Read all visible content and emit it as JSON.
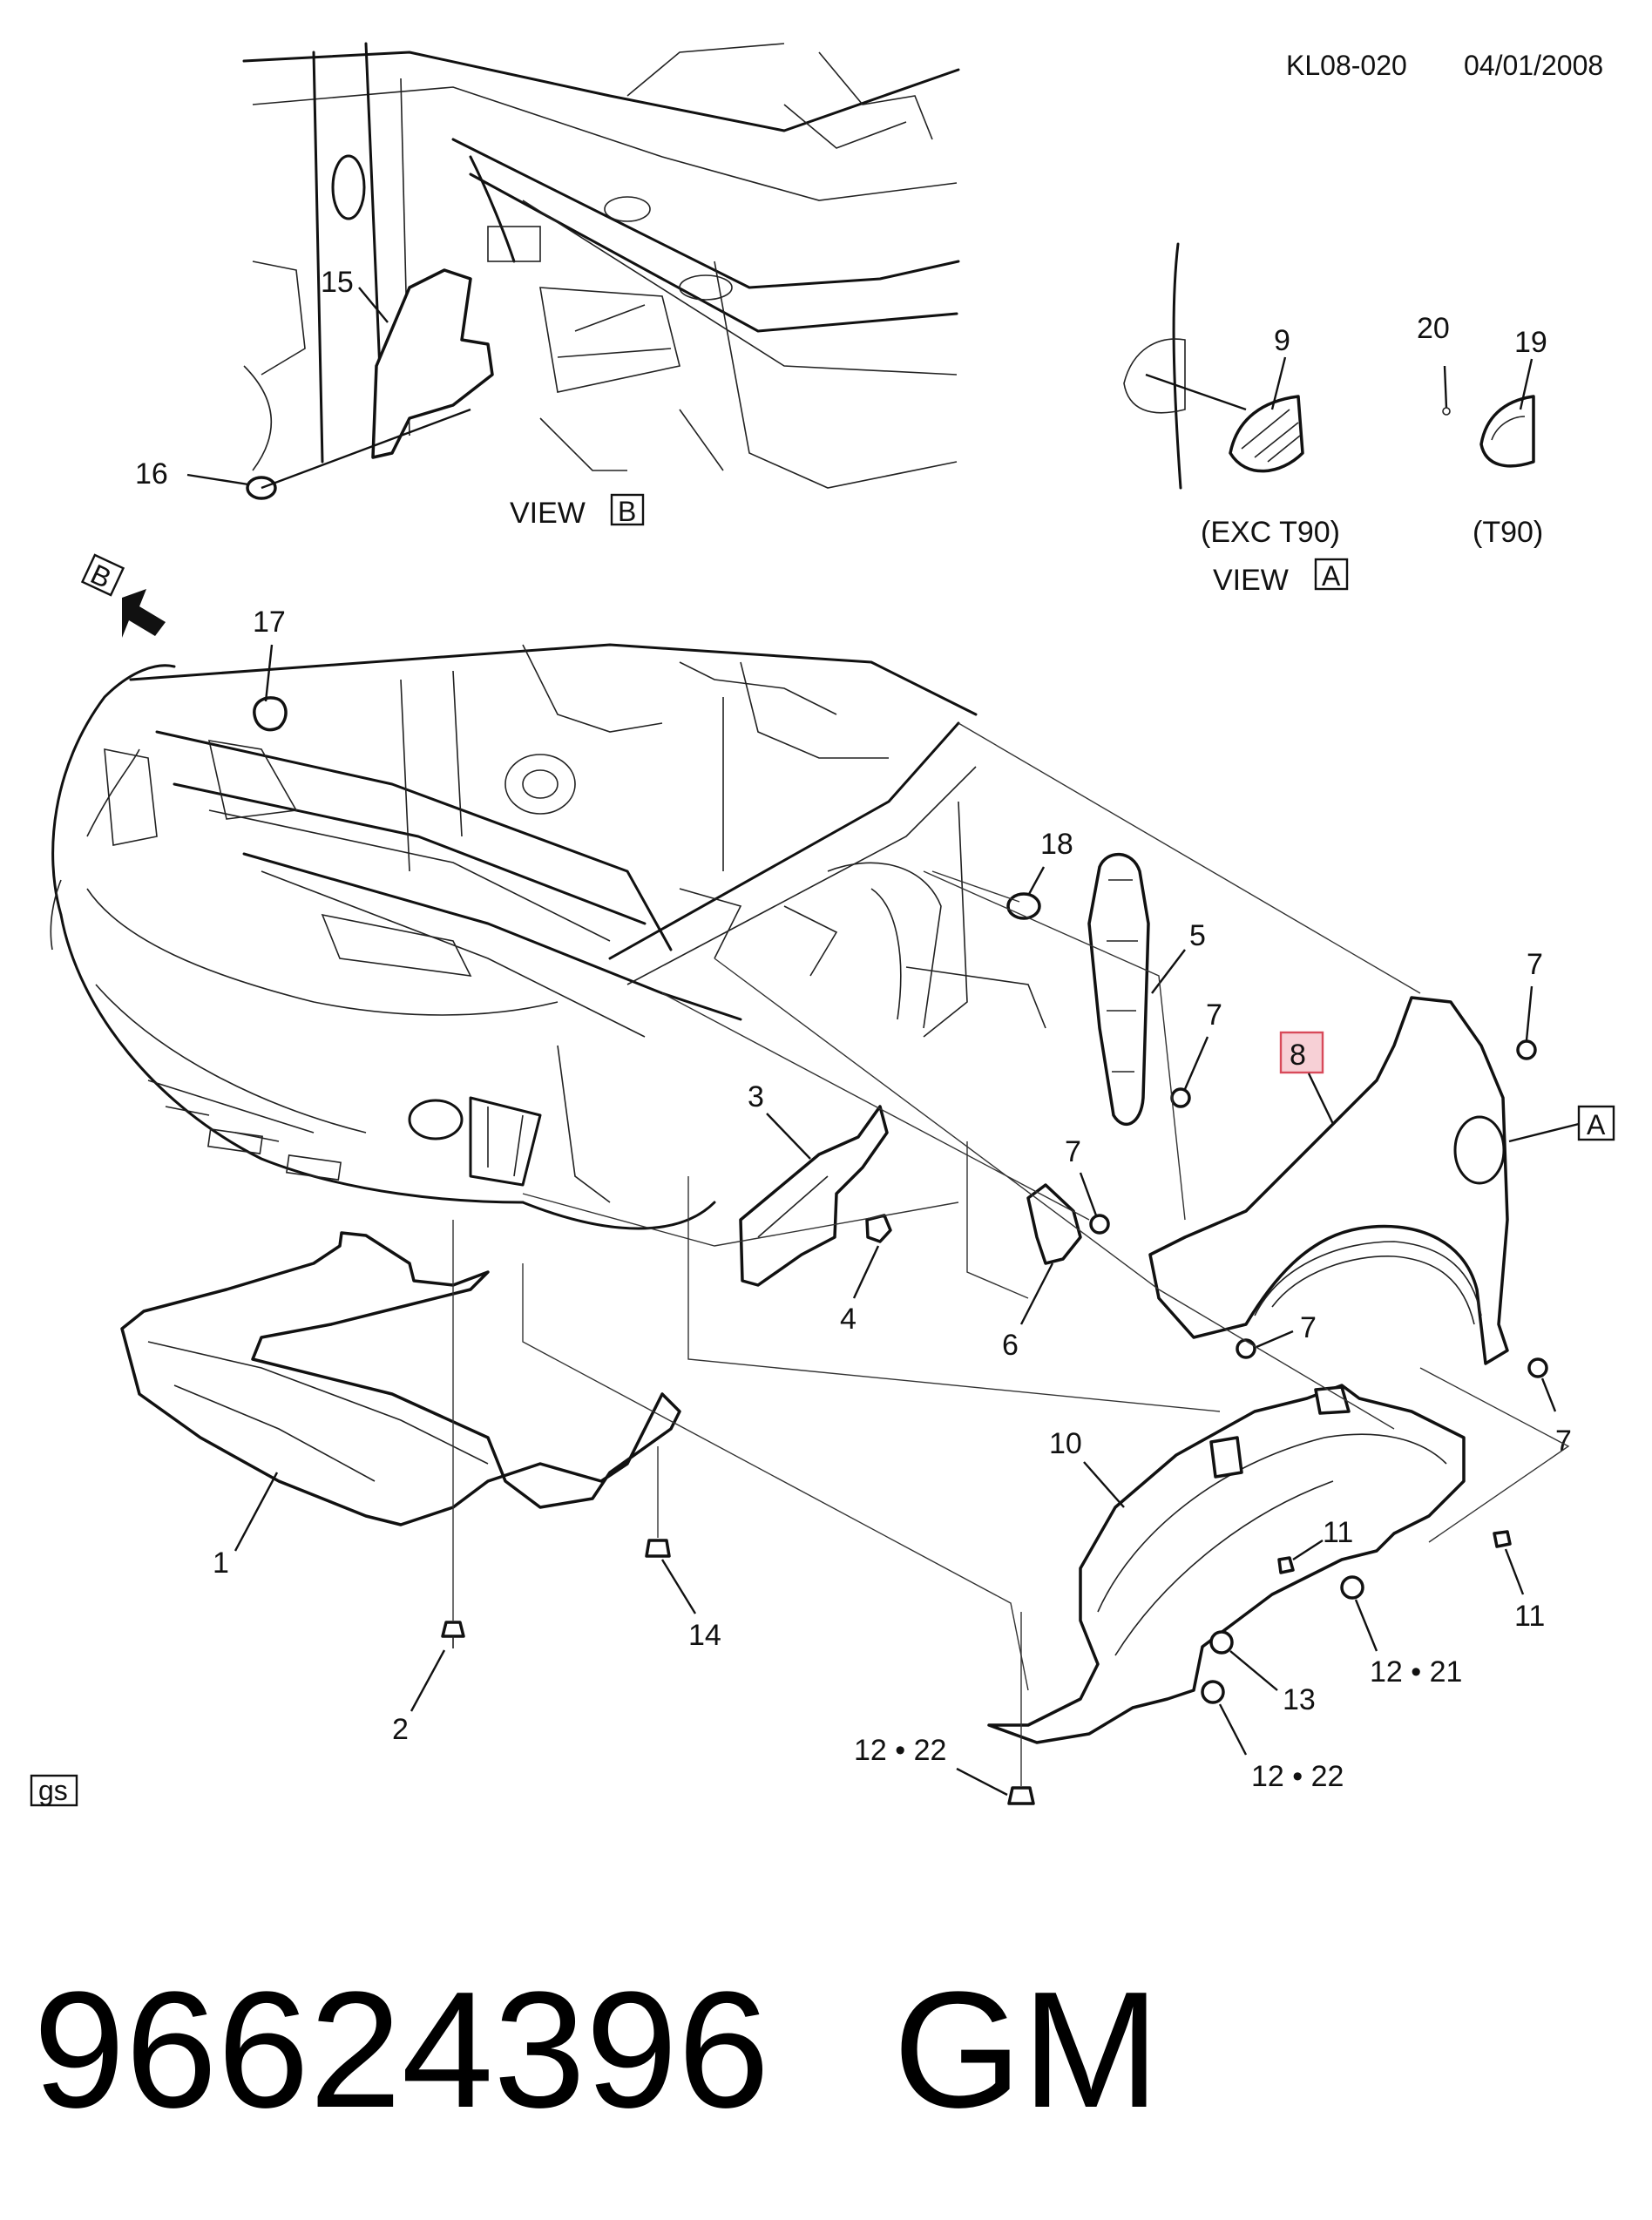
{
  "header": {
    "code": "KL08-020",
    "date": "04/01/2008"
  },
  "view_b": {
    "label": "VIEW",
    "letter": "B"
  },
  "view_a": {
    "label": "VIEW",
    "letter": "A",
    "note_left": "(EXC T90)",
    "note_right": "(T90)"
  },
  "arrow_b": "B",
  "callout_a": "A",
  "corner_tag": "gs",
  "part_number": "96624396",
  "brand": "GM",
  "callouts": {
    "c1": "1",
    "c2": "2",
    "c3": "3",
    "c4": "4",
    "c5": "5",
    "c6": "6",
    "c7a": "7",
    "c7b": "7",
    "c7c": "7",
    "c7d": "7",
    "c7e": "7",
    "c8": "8",
    "c9": "9",
    "c10": "10",
    "c11a": "11",
    "c11b": "11",
    "c1221": "12 • 21",
    "c1222a": "12 • 22",
    "c1222b": "12 • 22",
    "c13": "13",
    "c14": "14",
    "c15": "15",
    "c16": "16",
    "c17": "17",
    "c18": "18",
    "c19": "19",
    "c20": "20"
  },
  "highlighted_callout": "8"
}
